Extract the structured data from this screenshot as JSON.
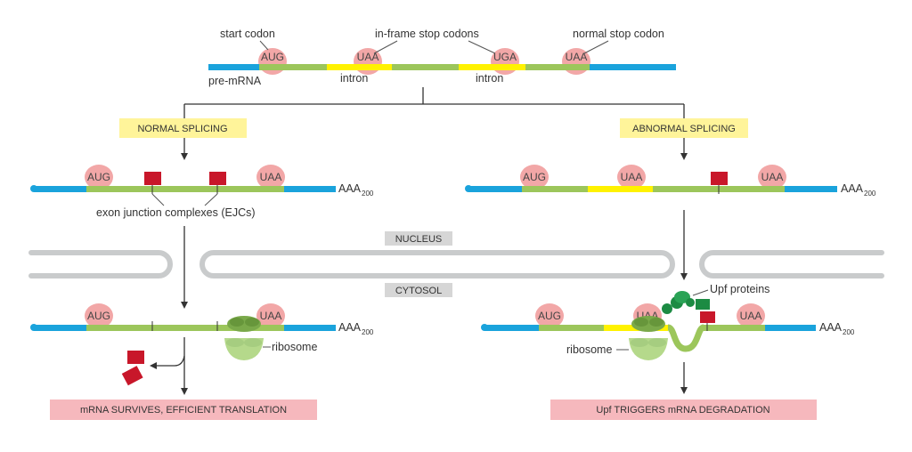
{
  "premrna": {
    "labels": {
      "start_codon": "start codon",
      "in_frame_stop_codons": "in-frame stop codons",
      "normal_stop_codon": "normal stop codon",
      "premrna": "pre-mRNA",
      "intron1": "intron",
      "intron2": "intron"
    },
    "codons": {
      "start": "AUG",
      "stop1": "UAA",
      "stop2": "UGA",
      "stop3": "UAA"
    }
  },
  "branches": {
    "normal": "NORMAL SPLICING",
    "abnormal": "ABNORMAL SPLICING"
  },
  "normal": {
    "codon_start": "AUG",
    "codon_stop": "UAA",
    "polya": "AAA",
    "polya_sub": "200",
    "ejc_label": "exon junction complexes (EJCs)",
    "cyt_codon_start": "AUG",
    "cyt_codon_stop": "UAA",
    "cyt_polya": "AAA",
    "cyt_polya_sub": "200",
    "ribosome_label": "ribosome",
    "outcome": "mRNA SURVIVES, EFFICIENT TRANSLATION"
  },
  "abnormal": {
    "codon_start": "AUG",
    "codon_mid": "UAA",
    "codon_stop": "UAA",
    "polya": "AAA",
    "polya_sub": "200",
    "cyt_codon_start": "AUG",
    "cyt_codon_mid": "UAA",
    "cyt_codon_stop": "UAA",
    "cyt_polya": "AAA",
    "cyt_polya_sub": "200",
    "upf_label": "Upf proteins",
    "ribosome_label": "ribosome",
    "outcome": "Upf TRIGGERS mRNA DEGRADATION"
  },
  "compartments": {
    "nucleus": "NUCLEUS",
    "cytosol": "CYTOSOL"
  },
  "colors": {
    "utr": "#1aa3dc",
    "exon": "#9cc65b",
    "intron": "#fff200",
    "codon": "#f2a7a7",
    "ejc": "#c8172a",
    "upf": "#1c8b43",
    "ribosome": "#b5d98b",
    "membrane": "#c9cbcc",
    "branch_box": "#fff49a",
    "outcome_box": "#f6b8bd",
    "compartment_box": "#d6d6d6"
  }
}
